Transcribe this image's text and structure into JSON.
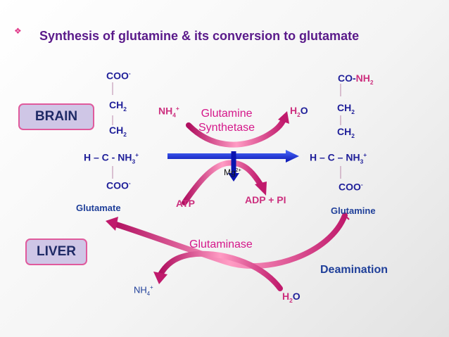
{
  "title": "Synthesis of glutamine & its conversion to glutamate",
  "bullet": "❖",
  "brain_label": "BRAIN",
  "liver_label": "LIVER",
  "glutamate": {
    "coo_top": "COO",
    "coo_top_sup": "-",
    "ch2_a": "CH",
    "ch2_a_sub": "2",
    "ch2_b": "CH",
    "ch2_b_sub": "2",
    "center": "H  – C -  NH",
    "center_sub": "3",
    "center_sup": "+",
    "coo_bottom": "COO",
    "coo_bottom_sup": "-",
    "name": "Glutamate"
  },
  "glutamine": {
    "co": "CO-",
    "nh2": "NH",
    "nh2_sub": "2",
    "ch2_a": "CH",
    "ch2_a_sub": "2",
    "ch2_b": "CH",
    "ch2_b_sub": "2",
    "center": "H  –  C – NH",
    "center_sub": "3",
    "center_sup": "+",
    "coo_bottom": "COO",
    "coo_bottom_sup": "-",
    "name": "Glutamine"
  },
  "synthesis": {
    "nh4": "NH",
    "nh4_sub": "4",
    "nh4_sup": "+",
    "enzyme_line1": "Glutamine",
    "enzyme_line2": "Synthetase",
    "h2o_h": "H",
    "h2o_sub": "2",
    "h2o_o": "O",
    "mg": "Mg",
    "mg_sup": "2+",
    "atp": "ATP",
    "adp_pi": "ADP +  PI"
  },
  "hydrolysis": {
    "enzyme": "Glutaminase",
    "deamination": "Deamination",
    "nh4": "NH",
    "nh4_sub": "4",
    "nh4_sup": "+",
    "h2o_h": "H",
    "h2o_sub": "2",
    "h2o_o": "O"
  },
  "colors": {
    "formula": "#1f1f99",
    "cofactor": "#cc2f7e",
    "enzyme": "#d5178a",
    "arrow": "#d63a7a",
    "main_arrow": "#2233dd",
    "box_fill": "#cfc6e6",
    "box_border": "#e05a9c"
  }
}
